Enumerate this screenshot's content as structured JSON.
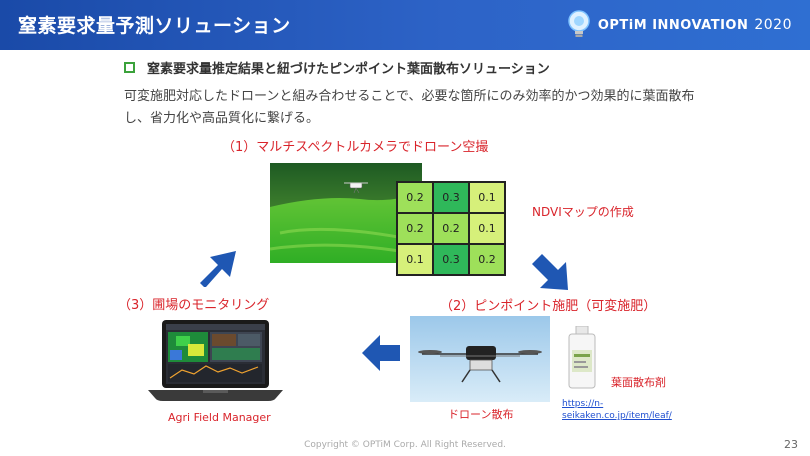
{
  "header": {
    "title": "窒素要求量予測ソリューション",
    "brand_name": "OPTiM INNOVATION",
    "brand_year": "2020"
  },
  "subhead": "窒素要求量推定結果と紐づけたピンポイント葉面散布ソリューション",
  "description": "可変施肥対応したドローンと組み合わせることで、必要な箇所にのみ効率的かつ効果的に葉面散布し、省力化や高品質化に繋げる。",
  "steps": {
    "step1": "（1）マルチスペクトルカメラでドローン空撮",
    "step2": "（2）ピンポイント施肥（可変施肥）",
    "step3": "（3）圃場のモニタリング"
  },
  "ndvi": {
    "label": "NDVIマップの作成",
    "cells": [
      {
        "value": "0.2",
        "color": "#9ee05a"
      },
      {
        "value": "0.3",
        "color": "#2fb85a"
      },
      {
        "value": "0.1",
        "color": "#d6f07a"
      },
      {
        "value": "0.2",
        "color": "#9ee05a"
      },
      {
        "value": "0.2",
        "color": "#9ee05a"
      },
      {
        "value": "0.1",
        "color": "#d6f07a"
      },
      {
        "value": "0.1",
        "color": "#d6f07a"
      },
      {
        "value": "0.3",
        "color": "#2fb85a"
      },
      {
        "value": "0.2",
        "color": "#9ee05a"
      }
    ]
  },
  "captions": {
    "drone": "ドローン散布",
    "foliar": "葉面散布剤",
    "afm": "Agri Field Manager",
    "link": "https://n-seikaken.co.jp/item/leaf/"
  },
  "footer": {
    "copyright": "Copyright © OPTiM Corp. All Right Reserved.",
    "page": "23"
  },
  "colors": {
    "header": "#2d63c7",
    "accent_red": "#d9242b",
    "arrow_blue": "#1f57b3",
    "bullet_green": "#3ba23b"
  }
}
